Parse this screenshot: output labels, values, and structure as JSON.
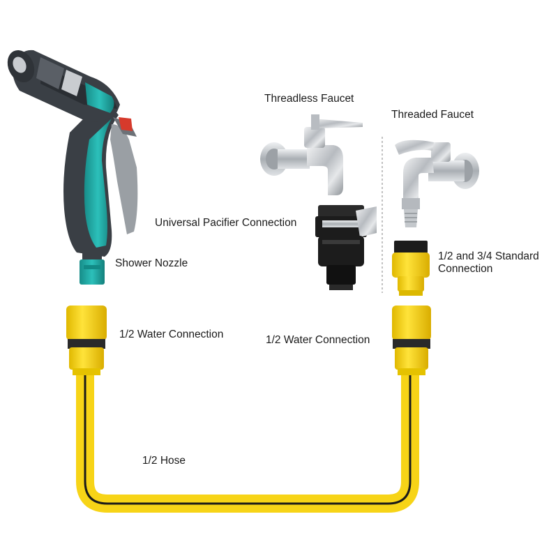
{
  "labels": {
    "threadless_faucet": "Threadless Faucet",
    "threaded_faucet": "Threaded Faucet",
    "universal_connection": "Universal Pacifier Connection",
    "shower_nozzle": "Shower Nozzle",
    "standard_connection_line1": "1/2 and 3/4 Standard",
    "standard_connection_line2": "Connection",
    "water_connection_left": "1/2 Water Connection",
    "water_connection_right": "1/2 Water Connection",
    "hose": "1/2 Hose"
  },
  "colors": {
    "hose_yellow": "#f7d417",
    "hose_stripe": "#1a1a1a",
    "nozzle_teal": "#1fa9a4",
    "nozzle_dark": "#3a3f45",
    "nozzle_red": "#d63a2c",
    "chrome": "#c9ccd0",
    "adapter_black": "#1c1c1c"
  }
}
